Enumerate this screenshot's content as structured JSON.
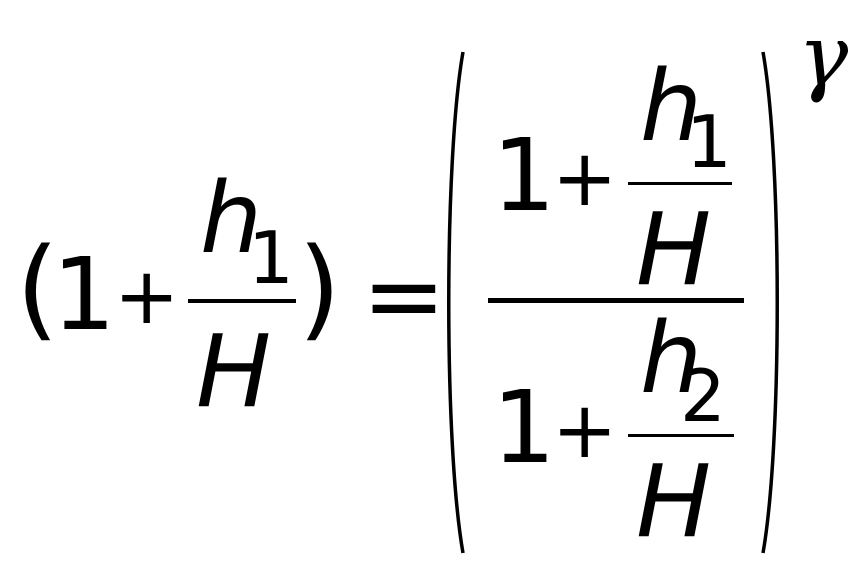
{
  "equation": {
    "lhs": {
      "open_paren": "(",
      "one": "1",
      "plus": "+",
      "frac": {
        "num_var": "h",
        "num_sub": "1",
        "den": "H"
      },
      "close_paren": ")"
    },
    "equals": "=",
    "rhs": {
      "outer_open_paren": "(",
      "outer_close_paren": ")",
      "numerator": {
        "one": "1",
        "plus": "+",
        "frac": {
          "num_var": "h",
          "num_sub": "1",
          "den": "H"
        }
      },
      "denominator": {
        "one": "1",
        "plus": "+",
        "frac": {
          "num_var": "h",
          "num_sub": "2",
          "den": "H"
        }
      },
      "exponent": "γ"
    }
  }
}
